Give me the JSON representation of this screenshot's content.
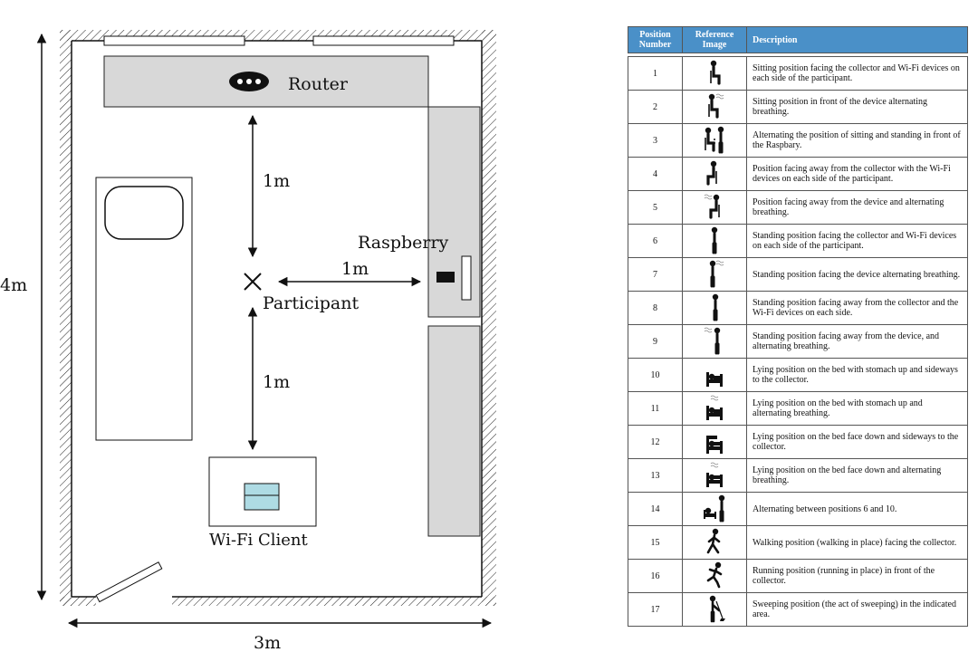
{
  "floorplan": {
    "labels": {
      "router": "Router",
      "raspberry": "Raspberry",
      "participant": "Participant",
      "wifi_client": "Wi-Fi Client",
      "dist_router": "1m",
      "dist_raspberry": "1m",
      "dist_client": "1m",
      "room_height": "4m",
      "room_width": "3m"
    }
  },
  "table": {
    "headers": {
      "number": "Position Number",
      "image": "Reference Image",
      "description": "Description"
    },
    "rows": [
      {
        "number": "1",
        "icon": "sitting-facing-icon",
        "description": "Sitting position facing the collector and Wi-Fi devices on each side of the participant."
      },
      {
        "number": "2",
        "icon": "sitting-breathing-icon",
        "description": "Sitting position in front of the device alternating breathing."
      },
      {
        "number": "3",
        "icon": "sit-stand-icon",
        "description": "Alternating the position of sitting and standing in front of the Raspbary."
      },
      {
        "number": "4",
        "icon": "sitting-away-icon",
        "description": "Position facing away from the collector with the Wi-Fi devices on each side of the participant."
      },
      {
        "number": "5",
        "icon": "sitting-away-breathing-icon",
        "description": "Position facing away from the device and alternating breathing."
      },
      {
        "number": "6",
        "icon": "standing-facing-icon",
        "description": "Standing position facing the collector and Wi-Fi devices on each side of the participant."
      },
      {
        "number": "7",
        "icon": "standing-breathing-icon",
        "description": "Standing position facing the device alternating breathing."
      },
      {
        "number": "8",
        "icon": "standing-away-icon",
        "description": "Standing position facing away from the collector and the Wi-Fi devices on each side."
      },
      {
        "number": "9",
        "icon": "standing-away-breathing-icon",
        "description": "Standing position facing away from the device, and alternating breathing."
      },
      {
        "number": "10",
        "icon": "lying-up-icon",
        "description": "Lying position on the bed with stomach up and sideways to the collector."
      },
      {
        "number": "11",
        "icon": "lying-up-breathing-icon",
        "description": "Lying position on the bed with stomach up and alternating breathing."
      },
      {
        "number": "12",
        "icon": "lying-down-icon",
        "description": "Lying position on the bed face down and sideways to the collector."
      },
      {
        "number": "13",
        "icon": "lying-down-breathing-icon",
        "description": "Lying position on the bed face down and alternating breathing."
      },
      {
        "number": "14",
        "icon": "stand-lie-icon",
        "description": "Alternating between positions 6 and 10."
      },
      {
        "number": "15",
        "icon": "walking-icon",
        "description": "Walking position (walking in place) facing the collector."
      },
      {
        "number": "16",
        "icon": "running-icon",
        "description": "Running position (running in place) in front of the collector."
      },
      {
        "number": "17",
        "icon": "sweeping-icon",
        "description": "Sweeping position (the act of sweeping) in the indicated area."
      }
    ]
  }
}
